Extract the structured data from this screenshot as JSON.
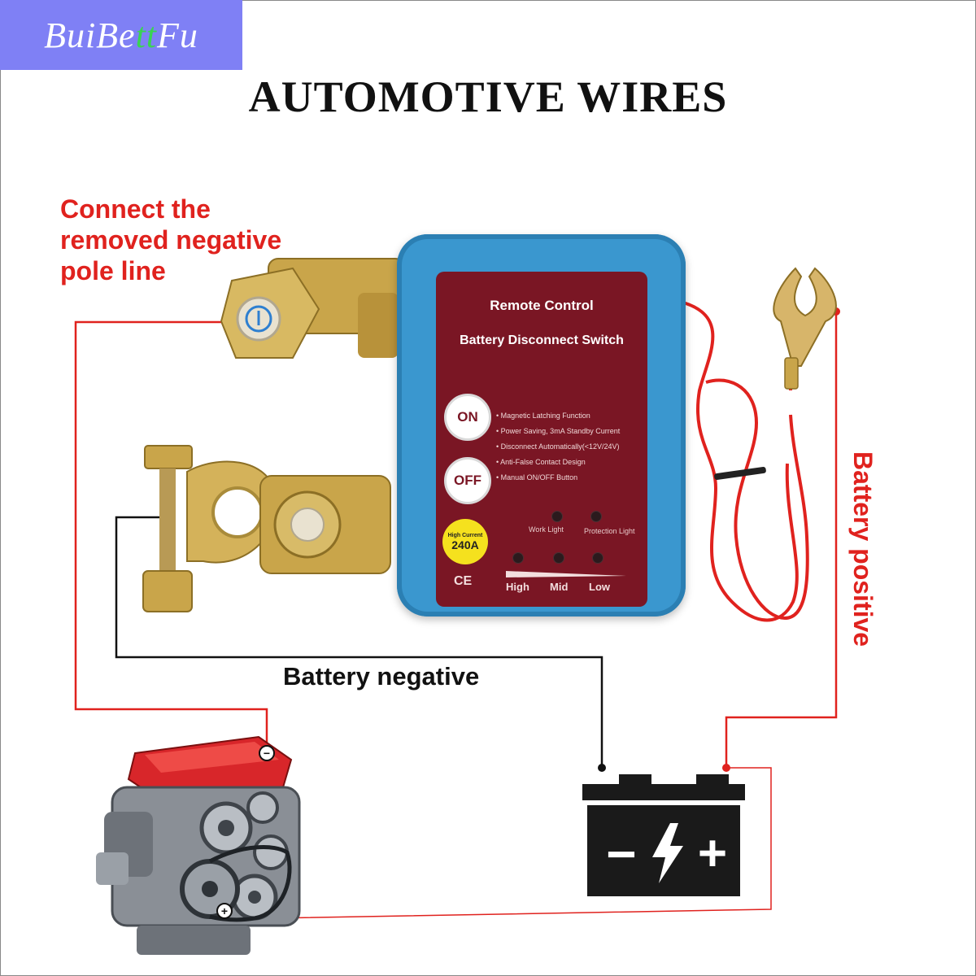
{
  "brand": {
    "prefix": "BuiBe",
    "accent": "tt",
    "suffix": "Fu"
  },
  "title": "AUTOMOTIVE WIRES",
  "labels": {
    "negative_pole_note": "Connect the\nremoved negative\npole line",
    "battery_negative": "Battery negative",
    "battery_positive": "Battery positive"
  },
  "device": {
    "title_line1": "Remote Control",
    "title_line2": "Battery Disconnect Switch",
    "on_button": "ON",
    "off_button": "OFF",
    "features": [
      "Magnetic Latching Function",
      "Power Saving, 3mA Standby Current",
      "Disconnect Automatically(<12V/24V)",
      "Anti-False Contact Design",
      "Manual ON/OFF Button"
    ],
    "current_badge": {
      "label": "High Current",
      "value": "240A"
    },
    "indicators": {
      "work_light": "Work Light",
      "protection_light": "Protection Light"
    },
    "levels": [
      "High",
      "Mid",
      "Low"
    ],
    "ce_mark": "CE"
  },
  "battery_symbols": {
    "minus": "−",
    "plus": "+"
  },
  "engine_terminals": {
    "negative": "−",
    "positive": "+"
  },
  "colors": {
    "brand_bg": "#7f80f5",
    "brand_accent": "#39d353",
    "wire_red": "#e0221e",
    "wire_black": "#111111",
    "device_blue": "#3a97cf",
    "panel_maroon": "#7a1624",
    "badge_yellow": "#f5e11e",
    "terminal_brass": "#c9a54a"
  }
}
